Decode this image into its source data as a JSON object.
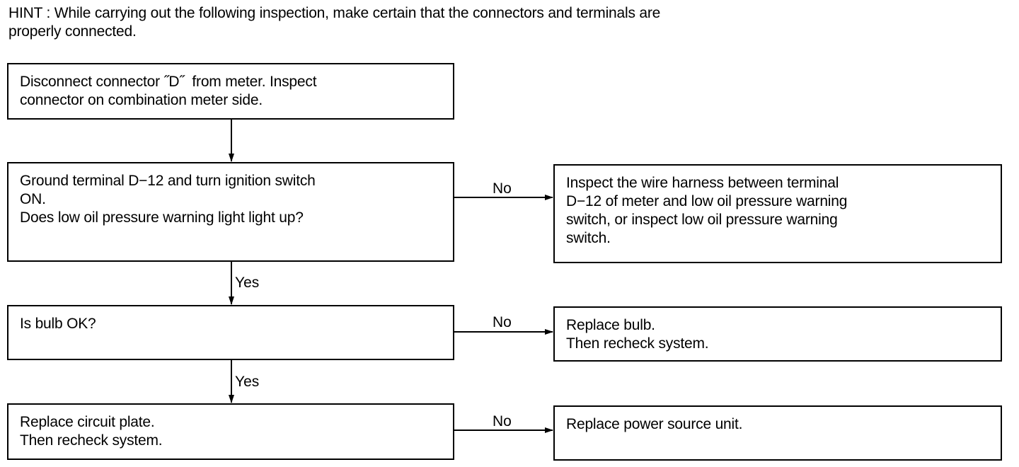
{
  "hint": {
    "line1": "HINT : While carrying out the following inspection, make certain that the connectors and terminals are",
    "line2": "properly connected."
  },
  "steps": {
    "disconnect": {
      "lines": [
        "Disconnect connector ˝D˝  from meter. Inspect",
        "connector on combination meter side."
      ]
    },
    "ground": {
      "lines": [
        "Ground terminal D−12 and turn ignition switch",
        "ON.",
        "Does low oil pressure warning light light up?"
      ]
    },
    "inspect_harness": {
      "lines": [
        "Inspect the wire harness between terminal",
        "D−12 of meter and low oil pressure warning",
        "switch, or inspect low oil pressure warning",
        "switch."
      ]
    },
    "bulb_ok": {
      "lines": [
        "Is bulb OK?"
      ]
    },
    "replace_bulb": {
      "lines": [
        "Replace bulb.",
        "Then recheck system."
      ]
    },
    "replace_plate": {
      "lines": [
        "Replace circuit plate.",
        "Then recheck system."
      ]
    },
    "replace_power": {
      "lines": [
        "Replace power source unit."
      ]
    }
  },
  "labels": {
    "no_1": "No",
    "yes_1": "Yes",
    "no_2": "No",
    "yes_2": "Yes",
    "no_3": "No"
  },
  "colors": {
    "ink": "#000000",
    "paper": "#ffffff"
  }
}
